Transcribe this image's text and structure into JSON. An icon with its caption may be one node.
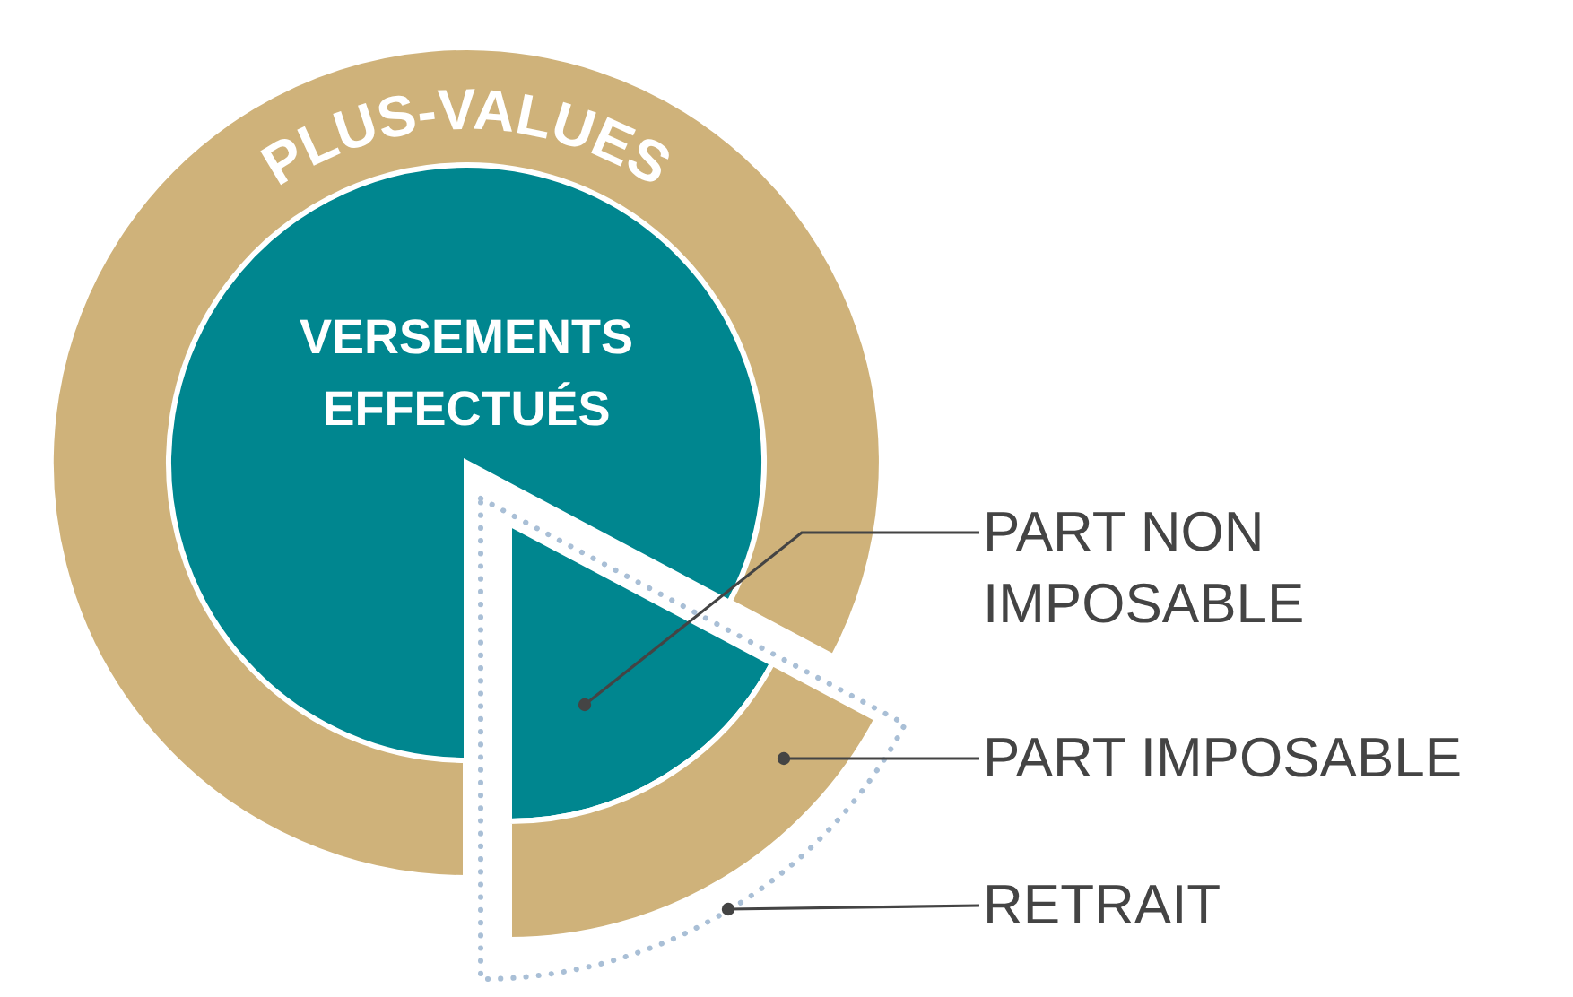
{
  "diagram": {
    "nodes": [
      {
        "text": [
          "PLUS-VALUES"
        ]
      },
      {
        "text": [
          "VERSEMENTS EFFECTUÉS"
        ],
        "in": 0
      },
      {
        "text": [
          "PART NON IMPOSABLE"
        ]
      },
      {
        "text": [
          "PART IMPOSABLE"
        ]
      },
      {
        "text": [
          "RETRAIT"
        ]
      },
      {
        "text": [],
        "shape": "sector"
      },
      {
        "text": [],
        "shape": "sector",
        "in": 5
      },
      {
        "text": [],
        "shape": "band",
        "in": 5
      }
    ],
    "edges": [
      {
        "from": 2,
        "to": 6,
        "arrow": "other"
      },
      {
        "from": 3,
        "to": 7,
        "arrow": "other"
      },
      {
        "from": 4,
        "to": 5,
        "arrow": "other"
      }
    ]
  }
}
